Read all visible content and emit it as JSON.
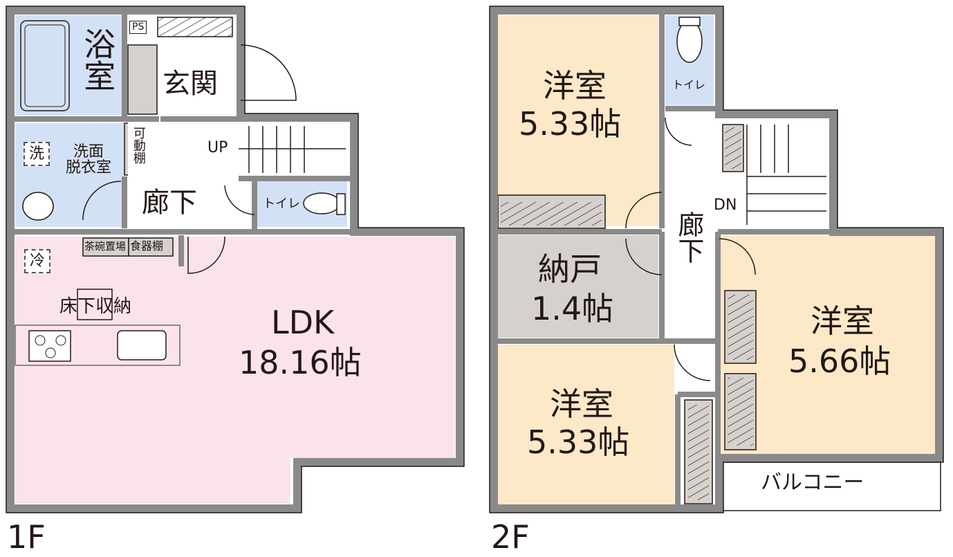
{
  "colors": {
    "wall": "#8a8a8a",
    "wet_area": "#d2e1f5",
    "ldk": "#fbe3ee",
    "bedroom": "#fde9c8",
    "storage": "#d6d1cc",
    "hallway": "#ffffff",
    "line": "#231815"
  },
  "floor1": {
    "label": "1F",
    "rooms": {
      "bath": "浴室",
      "entrance": "玄関",
      "washroom": "洗面\n脱衣室",
      "movable_shelf": "可動棚",
      "hallway": "廊下",
      "toilet": "トイレ",
      "ldk_name": "LDK",
      "ldk_size": "18.16帖",
      "underfloor_storage": "床下収納",
      "tea_cupboard": "茶碗置場",
      "dish_cabinet": "食器棚"
    },
    "symbols": {
      "ps": "PS",
      "up": "UP",
      "washer": "洗",
      "fridge": "冷"
    }
  },
  "floor2": {
    "label": "2F",
    "rooms": {
      "western_top_name": "洋室",
      "western_top_size": "5.33帖",
      "toilet": "トイレ",
      "closet_name": "納戸",
      "closet_size": "1.4帖",
      "hallway": "廊下",
      "western_right_name": "洋室",
      "western_right_size": "5.66帖",
      "western_bottom_name": "洋室",
      "western_bottom_size": "5.33帖",
      "balcony": "バルコニー"
    },
    "symbols": {
      "dn": "DN"
    }
  }
}
